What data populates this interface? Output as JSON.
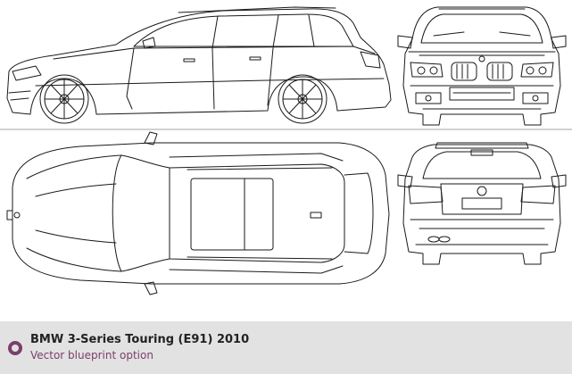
{
  "caption": {
    "title": "BMW 3-Series Touring (E91) 2010",
    "subtitle": "Vector blueprint option",
    "icon": "radio-ring-icon",
    "accent_color": "#7a3f6b",
    "bar_color": "#e2e2e2"
  },
  "blueprint": {
    "views": [
      "side-view",
      "front-view",
      "top-view",
      "rear-view"
    ],
    "line_color": "#1a1a1a"
  }
}
